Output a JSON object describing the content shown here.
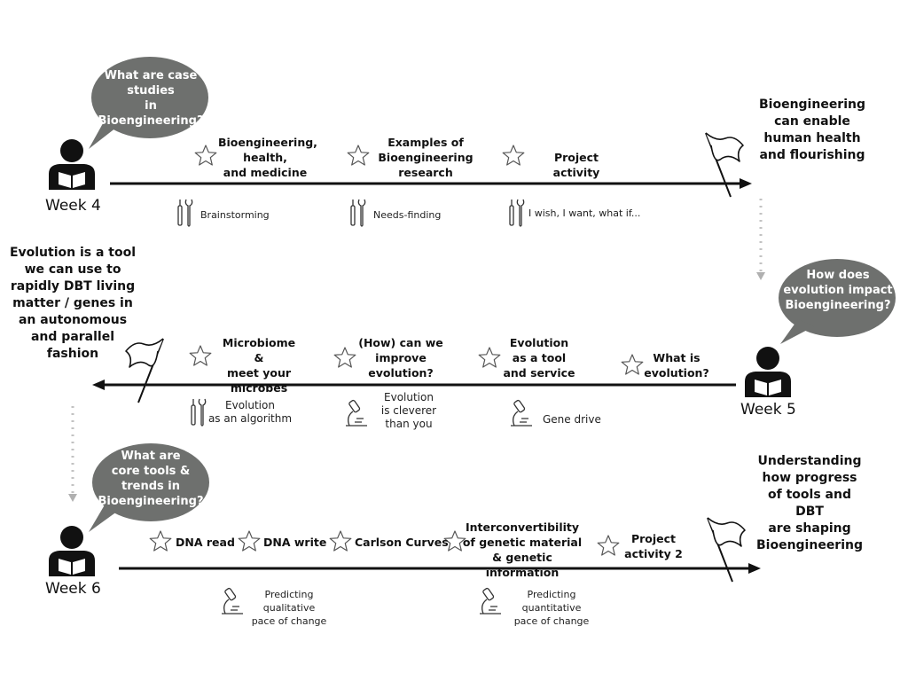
{
  "row1": {
    "bubble": "What are case\nstudies\nin\nBioengineering?",
    "week": "Week 4",
    "topics": [
      "Bioengineering,\nhealth,\nand medicine",
      "Examples of\nBioengineering\nresearch",
      "Project activity"
    ],
    "tools": [
      "Brainstorming",
      "Needs-finding",
      "I wish, I want, what if..."
    ],
    "goal": "Bioengineering\ncan enable\nhuman health\nand flourishing"
  },
  "row2": {
    "bubble": "How does\nevolution impact\nBioengineering?",
    "week": "Week 5",
    "topics": [
      "Microbiome &\nmeet your\nmicrobes",
      "(How) can we\nimprove\nevolution?",
      "Evolution\nas a tool\nand service",
      "What is\nevolution?"
    ],
    "tools": [
      "Evolution\nas an algorithm",
      "Evolution\nis cleverer\nthan you",
      "Gene drive"
    ],
    "goal": "Evolution is a tool\nwe can use to\nrapidly DBT living\nmatter / genes in\nan autonomous\nand parallel\nfashion"
  },
  "row3": {
    "bubble": "What are\ncore tools &\ntrends in\nBioengineering?",
    "week": "Week 6",
    "topics": [
      "DNA read",
      "DNA write",
      "Carlson Curves",
      "Interconvertibility\nof genetic material\n&  genetic information",
      "Project\nactivity 2"
    ],
    "tools": [
      "Predicting qualitative\npace of change",
      "Predicting quantitative\npace of change"
    ],
    "goal": "Understanding\nhow progress\nof tools and DBT\nare shaping\nBioengineering"
  },
  "colors": {
    "bubble": "#6e706e",
    "line": "#111111",
    "connector": "#c2c2c2"
  }
}
